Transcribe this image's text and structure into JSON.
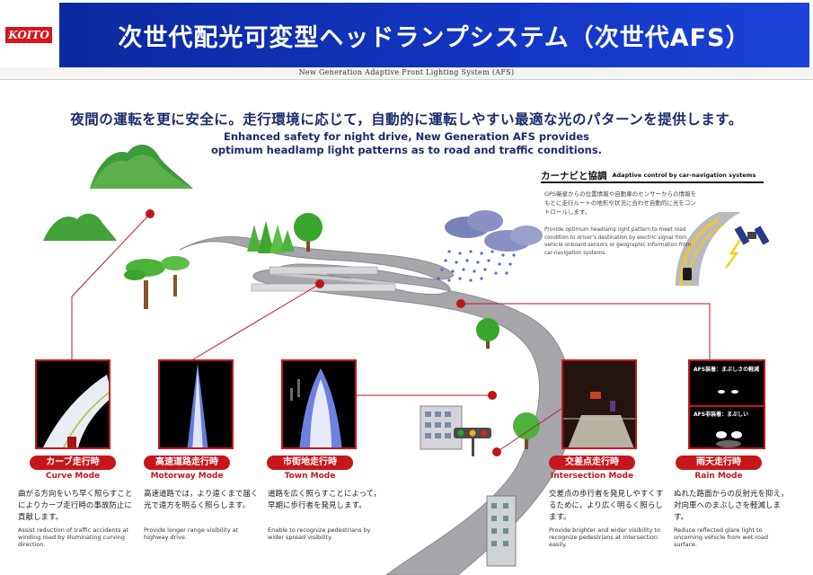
{
  "header": {
    "logo": "KOITO",
    "title": "次世代配光可変型ヘッドランプシステム（次世代AFS）",
    "subtitle": "New Generation Adaptive Front Lighting System (AFS)"
  },
  "tagline": {
    "jp": "夜間の運転を更に安全に。走行環境に応じて，自動的に運転しやすい最適な光のパターンを提供します。",
    "en_line1": "Enhanced safety for night drive, New Generation AFS provides",
    "en_line2": "optimum headlamp light patterns as to road and traffic conditions."
  },
  "navi": {
    "heading_jp": "カーナビと協調",
    "heading_en": "Adaptive control by car-navigation systems",
    "desc_jp": "GPS衛星からの位置情報や自動車のセンサーからの情報をもとに走行ルートの地形や状況に合わせ自動的に光をコントロールします。",
    "desc_en": "Provide optimum headlamp light pattern to meet road condition to driver's destination by electric signal from vehicle onboard sensors or geographic information from car-navigation systems."
  },
  "modes": [
    {
      "label_jp": "カーブ走行時",
      "label_en": "Curve Mode",
      "desc_jp": "曲がる方向をいち早く照らすことによりカーブ走行時の事故防止に貢献します。",
      "desc_en": "Assist reduction of traffic accidents at winding road by illuminating curving direction."
    },
    {
      "label_jp": "高速道路走行時",
      "label_en": "Motorway Mode",
      "desc_jp": "高速道路では，より遠くまで届く光で遠方を明るく照らします。",
      "desc_en": "Provide longer range visibility at highway drive."
    },
    {
      "label_jp": "市街地走行時",
      "label_en": "Town Mode",
      "desc_jp": "道路を広く照らすことによって，早期に歩行者を発見します。",
      "desc_en": "Enable to recognize pedestrians by wider spread visibility."
    },
    {
      "label_jp": "交差点走行時",
      "label_en": "Intersection Mode",
      "desc_jp": "交差点の歩行者を発見しやすくするために，より広く明るく照らします。",
      "desc_en": "Provide brighter and wider visibility to recognize pedestrians at intersection easily."
    },
    {
      "label_jp": "雨天走行時",
      "label_en": "Rain Mode",
      "desc_jp": "ぬれた路面からの反射光を抑え，対向車へのまぶしさを軽減します。",
      "desc_en": "Reduce reflected glare light to oncoming vehicle from wet road surface."
    }
  ],
  "rain_overlay": {
    "with_afs": "AFS装着：まぶしさの軽減",
    "without_afs": "AFS非装着：まぶしい"
  },
  "colors": {
    "brand_red": "#c8161d",
    "header_blue": "#1236c4",
    "road_gray": "#a6a6ab",
    "tree_green": "#3aa52c"
  }
}
